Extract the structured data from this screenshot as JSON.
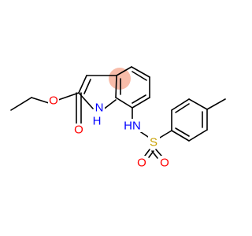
{
  "molecule": {
    "atoms": {
      "o_ester": {
        "text": "O",
        "color": "#ff0000"
      },
      "o_carbonyl": {
        "text": "O",
        "color": "#ff0000"
      },
      "indole_nh": {
        "text": "H",
        "sub": "N",
        "color": "#0000ff"
      },
      "sulfonamide_nh": {
        "text": "HN",
        "color": "#0000ff"
      },
      "sulfur": {
        "text": "S",
        "color": "#c8a000"
      },
      "o_sulfonyl_left": {
        "text": "O",
        "color": "#ff0000"
      },
      "o_sulfonyl_right": {
        "text": "O",
        "color": "#ff0000"
      }
    },
    "aromatic_highlight": "#f7b09a"
  }
}
